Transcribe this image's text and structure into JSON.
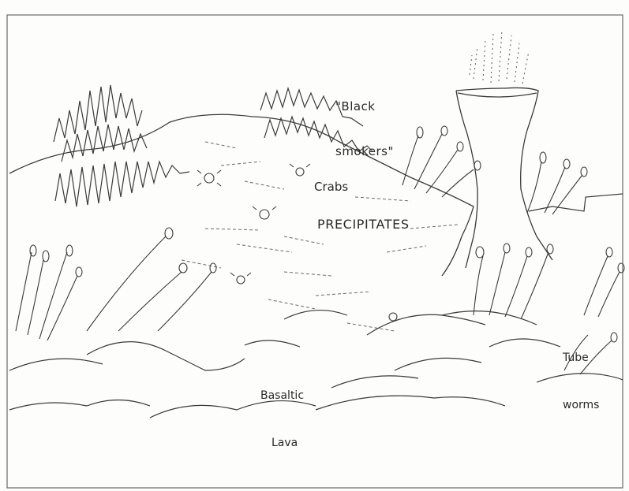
{
  "labels": {
    "black_smokers_line1": "\"Black",
    "black_smokers_line2": "smokers\"",
    "crabs": "Crabs",
    "precipitates": "PRECIPITATES",
    "tube_worms_line1": "Tube",
    "tube_worms_line2": "worms",
    "basaltic_lava_line1": "Basaltic",
    "basaltic_lava_line2": "Lava"
  },
  "colors": {
    "ink": "#3a3a3a",
    "paper": "#fdfdfc"
  }
}
